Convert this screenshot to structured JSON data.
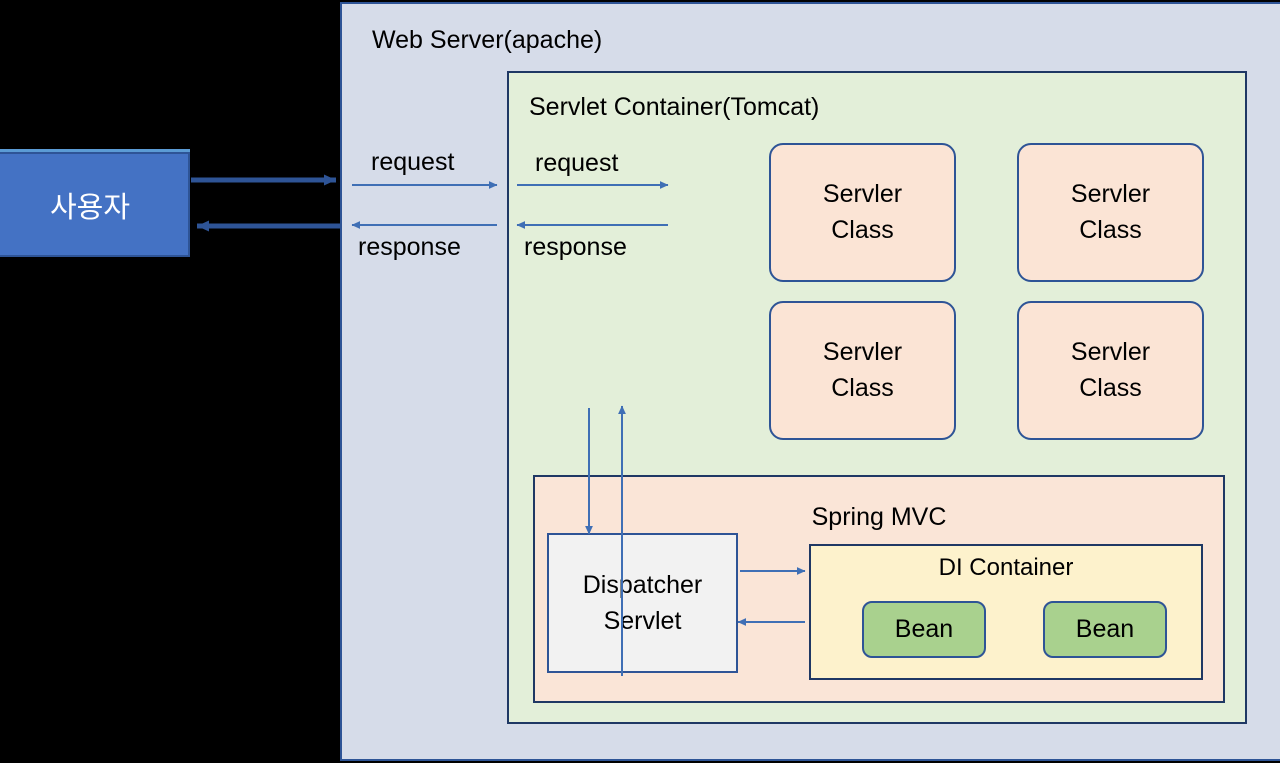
{
  "diagram": {
    "title": "Spring MVC / Servlet Container architecture",
    "colors": {
      "background": "#000000",
      "web_server_fill": "#d6dce9",
      "servlet_container_fill": "#e3efd9",
      "spring_mvc_fill": "#fae5d7",
      "di_container_fill": "#fdf2cc",
      "servler_class_fill": "#fbe4d5",
      "bean_fill": "#a9d18e",
      "dispatcher_fill": "#f2f2f2",
      "user_fill": "#4472c4",
      "border_blue": "#2e5496",
      "border_navy": "#1f3864",
      "arrow_blue": "#4472c4"
    }
  },
  "user": {
    "label": "사용자"
  },
  "web_server": {
    "title": "Web Server(apache)"
  },
  "servlet_container": {
    "title": "Servlet Container(Tomcat)",
    "servler_classes": [
      {
        "line1": "Servler",
        "line2": "Class"
      },
      {
        "line1": "Servler",
        "line2": "Class"
      },
      {
        "line1": "Servler",
        "line2": "Class"
      },
      {
        "line1": "Servler",
        "line2": "Class"
      }
    ]
  },
  "spring_mvc": {
    "title": "Spring MVC",
    "dispatcher_servlet": {
      "line1": "Dispatcher",
      "line2": "Servlet"
    },
    "di_container": {
      "title": "DI Container",
      "beans": [
        {
          "label": "Bean"
        },
        {
          "label": "Bean"
        }
      ]
    }
  },
  "flows": {
    "outer_request": "request",
    "outer_response": "response",
    "inner_request": "request",
    "inner_response": "response"
  }
}
